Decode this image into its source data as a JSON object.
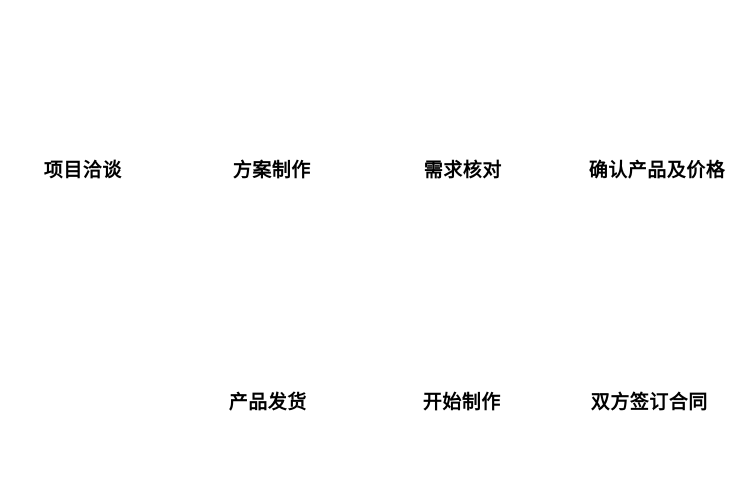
{
  "page": {
    "background_color": "#ffffff",
    "text_color": "#000000"
  },
  "flow": {
    "steps": [
      {
        "label": "项目洽谈"
      },
      {
        "label": "方案制作"
      },
      {
        "label": "需求核对"
      },
      {
        "label": "确认产品及价格"
      },
      {
        "label": "双方签订合同"
      },
      {
        "label": "开始制作"
      },
      {
        "label": "产品发货"
      }
    ]
  }
}
